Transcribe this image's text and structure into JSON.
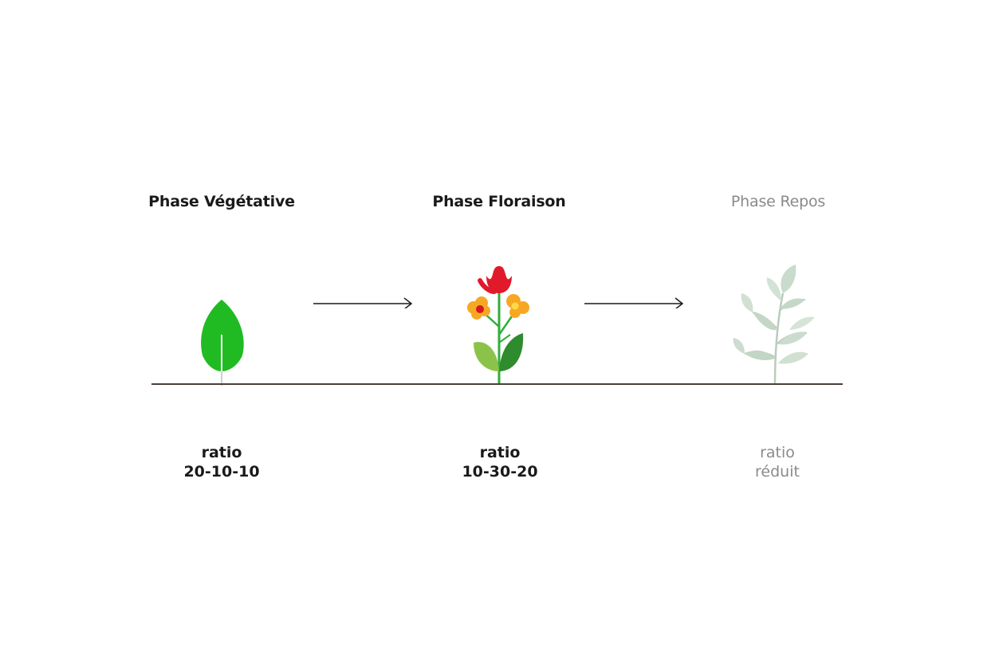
{
  "phases": [
    {
      "title": "Phase Végétative",
      "ratio_label": "ratio",
      "ratio_value": "20-10-10",
      "icon": "leaf-icon",
      "color": "#22bb22"
    },
    {
      "title": "Phase Floraison",
      "ratio_label": "ratio",
      "ratio_value": "10-30-20",
      "icon": "flowering-plant-icon",
      "color": "#e01a2b"
    },
    {
      "title": "Phase Repos",
      "ratio_label": "ratio",
      "ratio_value": "réduit",
      "icon": "dormant-plant-icon",
      "color": "#c8d8c8"
    }
  ],
  "colors": {
    "text": "#1a1a1a",
    "muted_text": "#8a8a8a",
    "ground": "#4a3f3a",
    "arrow": "#1a1a1a"
  }
}
